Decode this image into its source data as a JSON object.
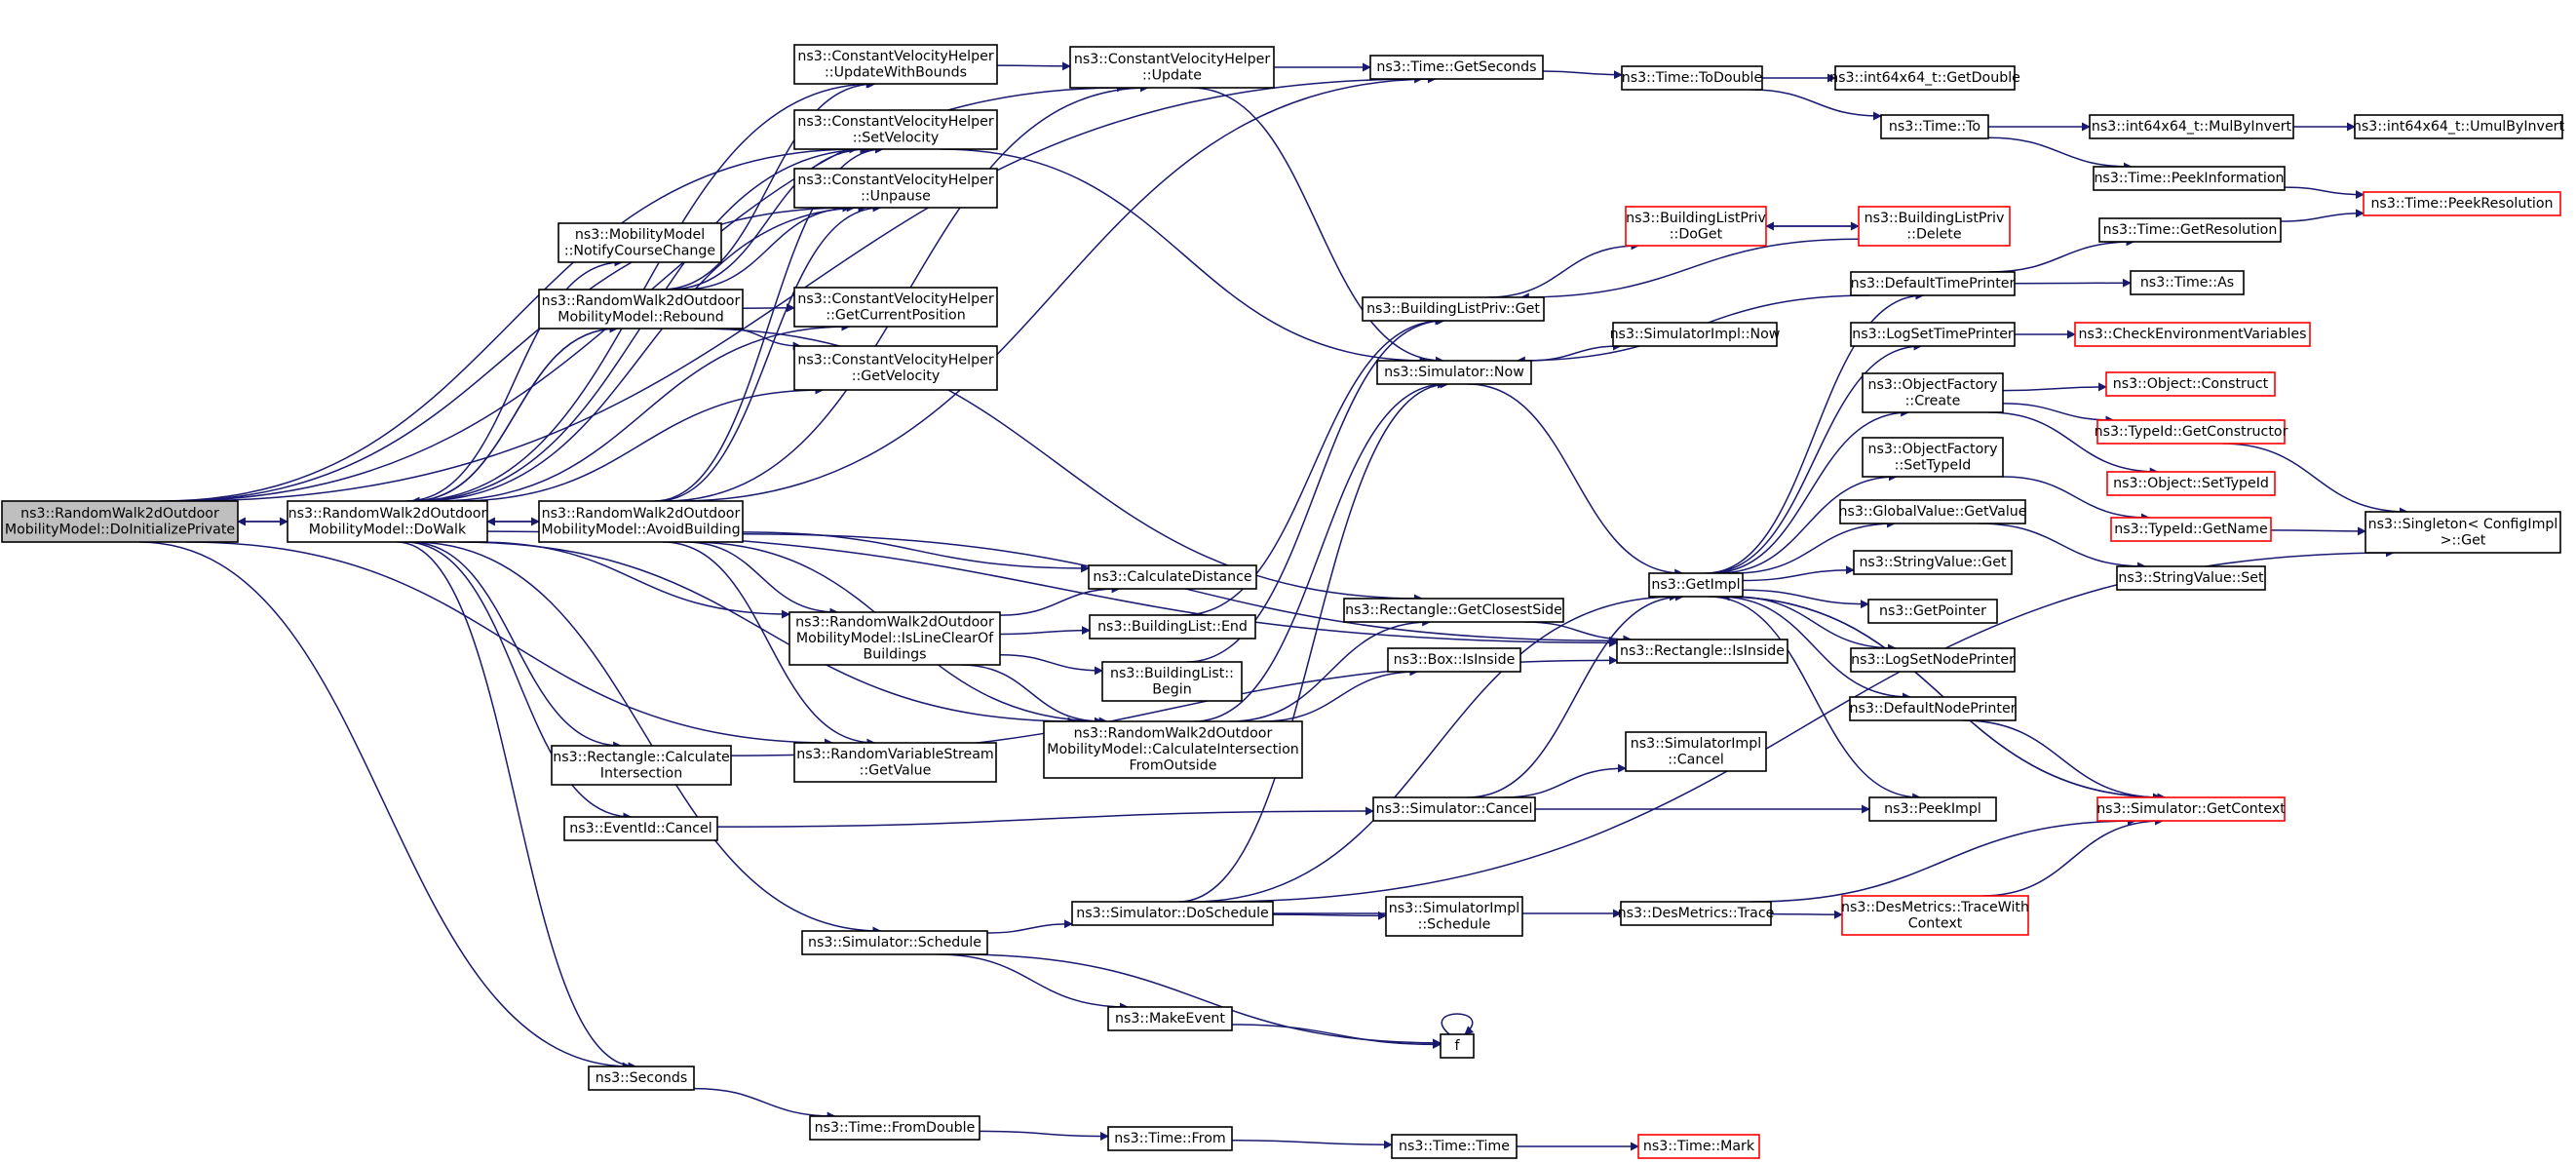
{
  "graph": {
    "kind": "call graph",
    "colors": {
      "edge": "#191970",
      "root_fill": "#bfbfbf",
      "truncated_border": "#ff0000",
      "node_border": "#000000"
    },
    "nodes": [
      {
        "id": "doinit",
        "lines": [
          "ns3::RandomWalk2dOutdoor",
          "MobilityModel::DoInitializePrivate"
        ],
        "style": "root"
      },
      {
        "id": "dowalk",
        "lines": [
          "ns3::RandomWalk2dOutdoor",
          "MobilityModel::DoWalk"
        ]
      },
      {
        "id": "avoid",
        "lines": [
          "ns3::RandomWalk2dOutdoor",
          "MobilityModel::AvoidBuilding"
        ]
      },
      {
        "id": "rebound",
        "lines": [
          "ns3::RandomWalk2dOutdoor",
          "MobilityModel::Rebound"
        ]
      },
      {
        "id": "notify",
        "lines": [
          "ns3::MobilityModel",
          "::NotifyCourseChange"
        ]
      },
      {
        "id": "cvh_uwb",
        "lines": [
          "ns3::ConstantVelocityHelper",
          "::UpdateWithBounds"
        ]
      },
      {
        "id": "cvh_setvel",
        "lines": [
          "ns3::ConstantVelocityHelper",
          "::SetVelocity"
        ]
      },
      {
        "id": "cvh_unpause",
        "lines": [
          "ns3::ConstantVelocityHelper",
          "::Unpause"
        ]
      },
      {
        "id": "cvh_getpos",
        "lines": [
          "ns3::ConstantVelocityHelper",
          "::GetCurrentPosition"
        ]
      },
      {
        "id": "cvh_getvel",
        "lines": [
          "ns3::ConstantVelocityHelper",
          "::GetVelocity"
        ]
      },
      {
        "id": "cvh_update",
        "lines": [
          "ns3::ConstantVelocityHelper",
          "::Update"
        ]
      },
      {
        "id": "time_getsec",
        "lines": [
          "ns3::Time::GetSeconds"
        ]
      },
      {
        "id": "time_todouble",
        "lines": [
          "ns3::Time::ToDouble"
        ]
      },
      {
        "id": "int64_getdouble",
        "lines": [
          "ns3::int64x64_t::GetDouble"
        ]
      },
      {
        "id": "time_to",
        "lines": [
          "ns3::Time::To"
        ]
      },
      {
        "id": "int64_mulbyinv",
        "lines": [
          "ns3::int64x64_t::MulByInvert"
        ]
      },
      {
        "id": "int64_umulbyinv",
        "lines": [
          "ns3::int64x64_t::UmulByInvert"
        ]
      },
      {
        "id": "time_peekinfo",
        "lines": [
          "ns3::Time::PeekInformation"
        ]
      },
      {
        "id": "time_peekres",
        "lines": [
          "ns3::Time::PeekResolution"
        ],
        "style": "red"
      },
      {
        "id": "time_getres",
        "lines": [
          "ns3::Time::GetResolution"
        ]
      },
      {
        "id": "time_as",
        "lines": [
          "ns3::Time::As"
        ]
      },
      {
        "id": "blp_doget",
        "lines": [
          "ns3::BuildingListPriv",
          "::DoGet"
        ],
        "style": "red"
      },
      {
        "id": "blp_delete",
        "lines": [
          "ns3::BuildingListPriv",
          "::Delete"
        ],
        "style": "red"
      },
      {
        "id": "blp_get",
        "lines": [
          "ns3::BuildingListPriv::Get"
        ]
      },
      {
        "id": "sim_now",
        "lines": [
          "ns3::Simulator::Now"
        ]
      },
      {
        "id": "simimpl_now",
        "lines": [
          "ns3::SimulatorImpl::Now"
        ]
      },
      {
        "id": "deftimeprinter",
        "lines": [
          "ns3::DefaultTimePrinter"
        ]
      },
      {
        "id": "logsettime",
        "lines": [
          "ns3::LogSetTimePrinter"
        ]
      },
      {
        "id": "checkenv",
        "lines": [
          "ns3::CheckEnvironmentVariables"
        ],
        "style": "red"
      },
      {
        "id": "objf_create",
        "lines": [
          "ns3::ObjectFactory",
          "::Create"
        ]
      },
      {
        "id": "obj_construct",
        "lines": [
          "ns3::Object::Construct"
        ],
        "style": "red"
      },
      {
        "id": "typeid_getctor",
        "lines": [
          "ns3::TypeId::GetConstructor"
        ],
        "style": "red"
      },
      {
        "id": "obj_settypeid",
        "lines": [
          "ns3::Object::SetTypeId"
        ],
        "style": "red"
      },
      {
        "id": "objf_settypeid",
        "lines": [
          "ns3::ObjectFactory",
          "::SetTypeId"
        ]
      },
      {
        "id": "typeid_getname",
        "lines": [
          "ns3::TypeId::GetName"
        ],
        "style": "red"
      },
      {
        "id": "singleton_get",
        "lines": [
          "ns3::Singleton< ConfigImpl",
          ">::Get"
        ]
      },
      {
        "id": "gv_getvalue",
        "lines": [
          "ns3::GlobalValue::GetValue"
        ]
      },
      {
        "id": "sv_set",
        "lines": [
          "ns3::StringValue::Set"
        ]
      },
      {
        "id": "getimpl",
        "lines": [
          "ns3::GetImpl"
        ]
      },
      {
        "id": "sv_get",
        "lines": [
          "ns3::StringValue::Get"
        ]
      },
      {
        "id": "getpointer",
        "lines": [
          "ns3::GetPointer"
        ]
      },
      {
        "id": "logsetnode",
        "lines": [
          "ns3::LogSetNodePrinter"
        ]
      },
      {
        "id": "defnodeprinter",
        "lines": [
          "ns3::DefaultNodePrinter"
        ]
      },
      {
        "id": "sim_getctx",
        "lines": [
          "ns3::Simulator::GetContext"
        ],
        "style": "red"
      },
      {
        "id": "calcdist",
        "lines": [
          "ns3::CalculateDistance"
        ]
      },
      {
        "id": "islineclear",
        "lines": [
          "ns3::RandomWalk2dOutdoor",
          "MobilityModel::IsLineClearOf",
          "Buildings"
        ]
      },
      {
        "id": "bl_end",
        "lines": [
          "ns3::BuildingList::End"
        ]
      },
      {
        "id": "bl_begin",
        "lines": [
          "ns3::BuildingList::",
          "Begin"
        ]
      },
      {
        "id": "rect_getclosest",
        "lines": [
          "ns3::Rectangle::GetClosestSide"
        ]
      },
      {
        "id": "rect_isinside",
        "lines": [
          "ns3::Rectangle::IsInside"
        ]
      },
      {
        "id": "box_isinside",
        "lines": [
          "ns3::Box::IsInside"
        ]
      },
      {
        "id": "calcintersect",
        "lines": [
          "ns3::RandomWalk2dOutdoor",
          "MobilityModel::CalculateIntersection",
          "FromOutside"
        ]
      },
      {
        "id": "rect_calcinter",
        "lines": [
          "ns3::Rectangle::Calculate",
          "Intersection"
        ]
      },
      {
        "id": "rvs_getvalue",
        "lines": [
          "ns3::RandomVariableStream",
          "::GetValue"
        ]
      },
      {
        "id": "eventid_cancel",
        "lines": [
          "ns3::EventId::Cancel"
        ]
      },
      {
        "id": "sim_cancel",
        "lines": [
          "ns3::Simulator::Cancel"
        ]
      },
      {
        "id": "simimpl_cancel",
        "lines": [
          "ns3::SimulatorImpl",
          "::Cancel"
        ]
      },
      {
        "id": "peekimpl",
        "lines": [
          "ns3::PeekImpl"
        ]
      },
      {
        "id": "sim_schedule",
        "lines": [
          "ns3::Simulator::Schedule"
        ]
      },
      {
        "id": "sim_dosched",
        "lines": [
          "ns3::Simulator::DoSchedule"
        ]
      },
      {
        "id": "simimpl_sched",
        "lines": [
          "ns3::SimulatorImpl",
          "::Schedule"
        ]
      },
      {
        "id": "desm_trace",
        "lines": [
          "ns3::DesMetrics::Trace"
        ]
      },
      {
        "id": "desm_tracewc",
        "lines": [
          "ns3::DesMetrics::TraceWith",
          "Context"
        ],
        "style": "red"
      },
      {
        "id": "makeevent",
        "lines": [
          "ns3::MakeEvent"
        ]
      },
      {
        "id": "f",
        "lines": [
          "f"
        ]
      },
      {
        "id": "seconds",
        "lines": [
          "ns3::Seconds"
        ]
      },
      {
        "id": "time_fromdouble",
        "lines": [
          "ns3::Time::FromDouble"
        ]
      },
      {
        "id": "time_from",
        "lines": [
          "ns3::Time::From"
        ]
      },
      {
        "id": "time_time",
        "lines": [
          "ns3::Time::Time"
        ]
      },
      {
        "id": "time_mark",
        "lines": [
          "ns3::Time::Mark"
        ],
        "style": "red"
      }
    ],
    "edges": [
      [
        "doinit",
        "dowalk"
      ],
      [
        "doinit",
        "time_getsec"
      ],
      [
        "doinit",
        "cvh_setvel"
      ],
      [
        "doinit",
        "cvh_unpause"
      ],
      [
        "doinit",
        "rvs_getvalue"
      ],
      [
        "doinit",
        "seconds"
      ],
      [
        "doinit",
        "cvh_update"
      ],
      [
        "dowalk",
        "doinit"
      ],
      [
        "dowalk",
        "avoid"
      ],
      [
        "dowalk",
        "rebound"
      ],
      [
        "dowalk",
        "notify"
      ],
      [
        "dowalk",
        "cvh_setvel"
      ],
      [
        "dowalk",
        "cvh_unpause"
      ],
      [
        "dowalk",
        "cvh_getpos"
      ],
      [
        "dowalk",
        "cvh_getvel"
      ],
      [
        "dowalk",
        "cvh_uwb"
      ],
      [
        "dowalk",
        "islineclear"
      ],
      [
        "dowalk",
        "calcintersect"
      ],
      [
        "dowalk",
        "rect_calcinter"
      ],
      [
        "dowalk",
        "eventid_cancel"
      ],
      [
        "dowalk",
        "sim_schedule"
      ],
      [
        "dowalk",
        "seconds"
      ],
      [
        "dowalk",
        "rect_isinside"
      ],
      [
        "avoid",
        "dowalk"
      ],
      [
        "avoid",
        "cvh_update"
      ],
      [
        "avoid",
        "time_getsec"
      ],
      [
        "avoid",
        "calcdist"
      ],
      [
        "avoid",
        "islineclear"
      ],
      [
        "avoid",
        "rvs_getvalue"
      ],
      [
        "avoid",
        "calcintersect"
      ],
      [
        "avoid",
        "rect_isinside"
      ],
      [
        "avoid",
        "cvh_unpause"
      ],
      [
        "avoid",
        "cvh_setvel"
      ],
      [
        "rebound",
        "dowalk"
      ],
      [
        "rebound",
        "cvh_uwb"
      ],
      [
        "rebound",
        "cvh_setvel"
      ],
      [
        "rebound",
        "cvh_unpause"
      ],
      [
        "rebound",
        "cvh_getpos"
      ],
      [
        "rebound",
        "cvh_getvel"
      ],
      [
        "rebound",
        "rect_getclosest"
      ],
      [
        "cvh_uwb",
        "cvh_update"
      ],
      [
        "cvh_update",
        "time_getsec"
      ],
      [
        "cvh_update",
        "sim_now"
      ],
      [
        "cvh_setvel",
        "sim_now"
      ],
      [
        "time_getsec",
        "time_todouble"
      ],
      [
        "time_todouble",
        "int64_getdouble"
      ],
      [
        "time_todouble",
        "time_to"
      ],
      [
        "time_to",
        "int64_mulbyinv"
      ],
      [
        "time_to",
        "time_peekinfo"
      ],
      [
        "int64_mulbyinv",
        "int64_umulbyinv"
      ],
      [
        "time_peekinfo",
        "time_peekres"
      ],
      [
        "time_getres",
        "time_peekres"
      ],
      [
        "sim_now",
        "simimpl_now"
      ],
      [
        "sim_now",
        "getimpl"
      ],
      [
        "blp_get",
        "blp_doget"
      ],
      [
        "blp_doget",
        "blp_delete"
      ],
      [
        "blp_delete",
        "blp_doget"
      ],
      [
        "blp_delete",
        "blp_get"
      ],
      [
        "getimpl",
        "deftimeprinter"
      ],
      [
        "getimpl",
        "logsettime"
      ],
      [
        "getimpl",
        "objf_create"
      ],
      [
        "getimpl",
        "objf_settypeid"
      ],
      [
        "getimpl",
        "gv_getvalue"
      ],
      [
        "getimpl",
        "sv_get"
      ],
      [
        "getimpl",
        "getpointer"
      ],
      [
        "getimpl",
        "logsetnode"
      ],
      [
        "getimpl",
        "defnodeprinter"
      ],
      [
        "getimpl",
        "peekimpl"
      ],
      [
        "getimpl",
        "sim_getctx"
      ],
      [
        "deftimeprinter",
        "sim_now"
      ],
      [
        "deftimeprinter",
        "time_getres"
      ],
      [
        "deftimeprinter",
        "time_as"
      ],
      [
        "logsettime",
        "checkenv"
      ],
      [
        "objf_create",
        "obj_construct"
      ],
      [
        "objf_create",
        "typeid_getctor"
      ],
      [
        "objf_create",
        "obj_settypeid"
      ],
      [
        "objf_settypeid",
        "typeid_getname"
      ],
      [
        "typeid_getctor",
        "singleton_get"
      ],
      [
        "typeid_getname",
        "singleton_get"
      ],
      [
        "gv_getvalue",
        "sv_set"
      ],
      [
        "defnodeprinter",
        "sim_getctx"
      ],
      [
        "sim_getctx",
        "getimpl"
      ],
      [
        "islineclear",
        "calcdist"
      ],
      [
        "islineclear",
        "bl_end"
      ],
      [
        "islineclear",
        "bl_begin"
      ],
      [
        "islineclear",
        "calcintersect"
      ],
      [
        "bl_end",
        "blp_get"
      ],
      [
        "bl_begin",
        "blp_get"
      ],
      [
        "calcintersect",
        "rect_getclosest"
      ],
      [
        "calcintersect",
        "box_isinside"
      ],
      [
        "calcintersect",
        "sim_now"
      ],
      [
        "rect_getclosest",
        "rect_isinside"
      ],
      [
        "rect_calcinter",
        "rect_isinside"
      ],
      [
        "eventid_cancel",
        "sim_cancel"
      ],
      [
        "sim_cancel",
        "simimpl_cancel"
      ],
      [
        "sim_cancel",
        "peekimpl"
      ],
      [
        "sim_cancel",
        "getimpl"
      ],
      [
        "sim_schedule",
        "sim_dosched"
      ],
      [
        "sim_schedule",
        "makeevent"
      ],
      [
        "sim_schedule",
        "f"
      ],
      [
        "sim_dosched",
        "simimpl_sched"
      ],
      [
        "sim_dosched",
        "desm_trace"
      ],
      [
        "sim_dosched",
        "sim_now"
      ],
      [
        "sim_dosched",
        "getimpl"
      ],
      [
        "sim_dosched",
        "singleton_get"
      ],
      [
        "desm_trace",
        "desm_tracewc"
      ],
      [
        "desm_trace",
        "sim_getctx"
      ],
      [
        "desm_tracewc",
        "sim_getctx"
      ],
      [
        "makeevent",
        "f"
      ],
      [
        "f",
        "f"
      ],
      [
        "seconds",
        "time_fromdouble"
      ],
      [
        "time_fromdouble",
        "time_from"
      ],
      [
        "time_from",
        "time_time"
      ],
      [
        "time_time",
        "time_mark"
      ]
    ]
  }
}
